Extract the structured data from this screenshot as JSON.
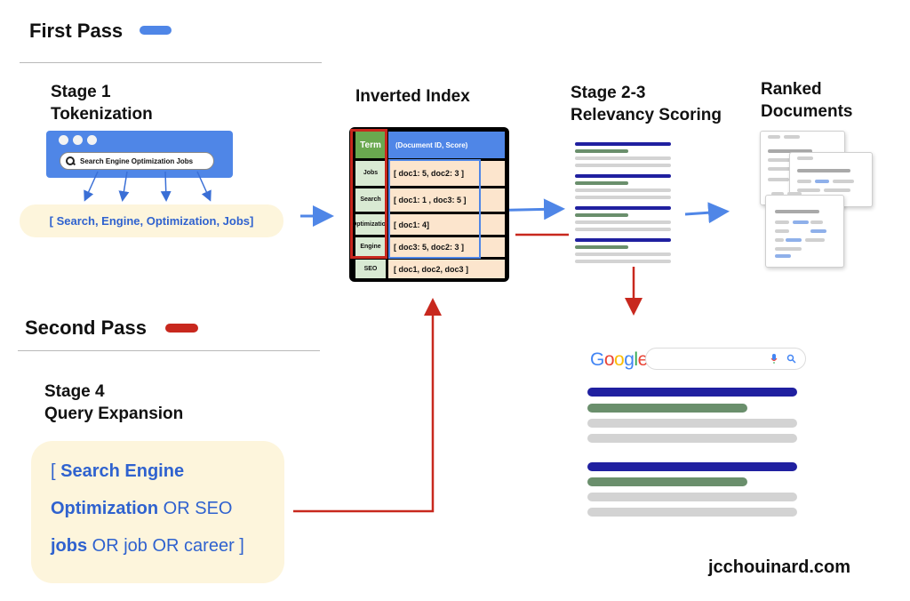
{
  "first_pass": {
    "title": "First Pass",
    "color": "#4f86e7"
  },
  "second_pass": {
    "title": "Second Pass",
    "color": "#c8281e"
  },
  "stage1": {
    "line1": "Stage 1",
    "line2": "Tokenization",
    "search_query": "Search Engine Optimization Jobs",
    "tokens": "[ Search, Engine, Optimization, Jobs]"
  },
  "index": {
    "title": "Inverted Index",
    "header_term": "Term",
    "header_value": "(Document ID, Score)",
    "rows": [
      {
        "term": "Jobs",
        "postings": "[ doc1: 5, doc2: 3 ]"
      },
      {
        "term": "Search",
        "postings": "[ doc1: 1 , doc3: 5 ]"
      },
      {
        "term": "Optimization",
        "postings": "[ doc1: 4]"
      },
      {
        "term": "Engine",
        "postings": "[ doc3: 5, doc2: 3 ]"
      },
      {
        "term": "SEO",
        "postings": "[ doc1, doc2, doc3 ]"
      }
    ]
  },
  "stage23": {
    "line1": "Stage 2-3",
    "line2": "Relevancy Scoring"
  },
  "ranked": {
    "line1": "Ranked",
    "line2": "Documents"
  },
  "google": {
    "logo": "Google",
    "mic_icon": "mic-icon",
    "search_icon": "search-icon"
  },
  "stage4": {
    "line1": "Stage 4",
    "line2": "Query Expansion",
    "q1_bold": "Search Engine",
    "q1_pre": "[ ",
    "q2_bold": "Optimization",
    "q2_rest": " OR SEO",
    "q3_bold": "jobs",
    "q3_rest": " OR job OR career ]"
  },
  "credit": "jcchouinard.com",
  "colors": {
    "blue_line": "#2020a0",
    "green_line": "#6a8f6c",
    "gray_line": "#d3d3d3",
    "arrow_blue": "#4f86e7",
    "arrow_red": "#c8281e"
  }
}
